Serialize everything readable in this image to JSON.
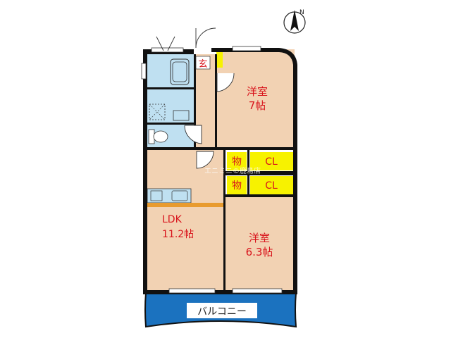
{
  "north_symbol": "N",
  "rooms": {
    "western_room_1": {
      "name": "洋室",
      "size": "7帖"
    },
    "western_room_2": {
      "name": "洋室",
      "size": "6.3帖"
    },
    "ldk": {
      "name": "LDK",
      "size": "11.2帖"
    },
    "entrance": "玄",
    "storage_1": "物",
    "storage_2": "物",
    "closet_1": "CL",
    "closet_2": "CL",
    "balcony": "バルコニー"
  },
  "watermark": "エニミニ©鹿島店",
  "colors": {
    "room_floor": "#f2d2b3",
    "wet_area": "#bfe0f1",
    "closet": "#f7f200",
    "wall": "#111111",
    "balcony": "#1b72bf",
    "label_red": "#d8141c",
    "kitchen_counter": "#e89b2f"
  }
}
